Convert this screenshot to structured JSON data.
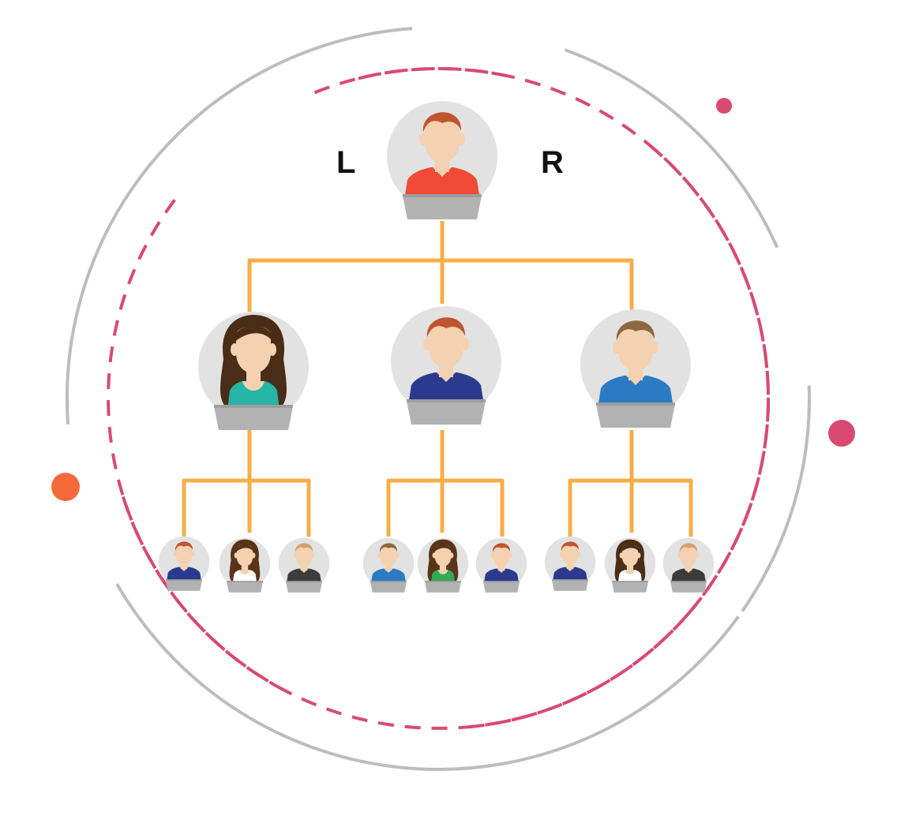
{
  "labels": {
    "left": "L",
    "right": "R"
  },
  "colors": {
    "connector": "#f6ae48",
    "ring": "#bdbdbd",
    "dash": "#d84a72",
    "dot_pink": "#d84a72",
    "dot_orange": "#f6693a",
    "avatar_bg": "#e2e2e2",
    "nameplate": "#b2b2b2",
    "skin": "#f4d1b0"
  },
  "tree": {
    "root": {
      "id": "root",
      "gender": "male",
      "shirt": "#f14a37",
      "hair": "#c0542f"
    },
    "children": [
      {
        "id": "left",
        "gender": "female",
        "shirt": "#27b5a8",
        "hair": "#4a2d16",
        "children": [
          {
            "id": "left-1",
            "gender": "male",
            "shirt": "#2b3a8f",
            "hair": "#c0542f"
          },
          {
            "id": "left-2",
            "gender": "female",
            "shirt": "#ffffff",
            "hair": "#5a3418"
          },
          {
            "id": "left-3",
            "gender": "male",
            "shirt": "#3b3b3b",
            "hair": "#d1a070"
          }
        ]
      },
      {
        "id": "center",
        "gender": "male",
        "shirt": "#2b3a8f",
        "hair": "#c0542f",
        "children": [
          {
            "id": "center-1",
            "gender": "male",
            "shirt": "#2a7bc4",
            "hair": "#8a6840"
          },
          {
            "id": "center-2",
            "gender": "female",
            "shirt": "#34a853",
            "hair": "#5a3418"
          },
          {
            "id": "center-3",
            "gender": "male",
            "shirt": "#2b3a8f",
            "hair": "#c0542f"
          }
        ]
      },
      {
        "id": "right",
        "gender": "male",
        "shirt": "#2a7bc4",
        "hair": "#8a6840",
        "children": [
          {
            "id": "right-1",
            "gender": "male",
            "shirt": "#2b3a8f",
            "hair": "#c0542f"
          },
          {
            "id": "right-2",
            "gender": "female",
            "shirt": "#ffffff",
            "hair": "#4a2d16"
          },
          {
            "id": "right-3",
            "gender": "male",
            "shirt": "#3b3b3b",
            "hair": "#d1a070"
          }
        ]
      }
    ]
  }
}
